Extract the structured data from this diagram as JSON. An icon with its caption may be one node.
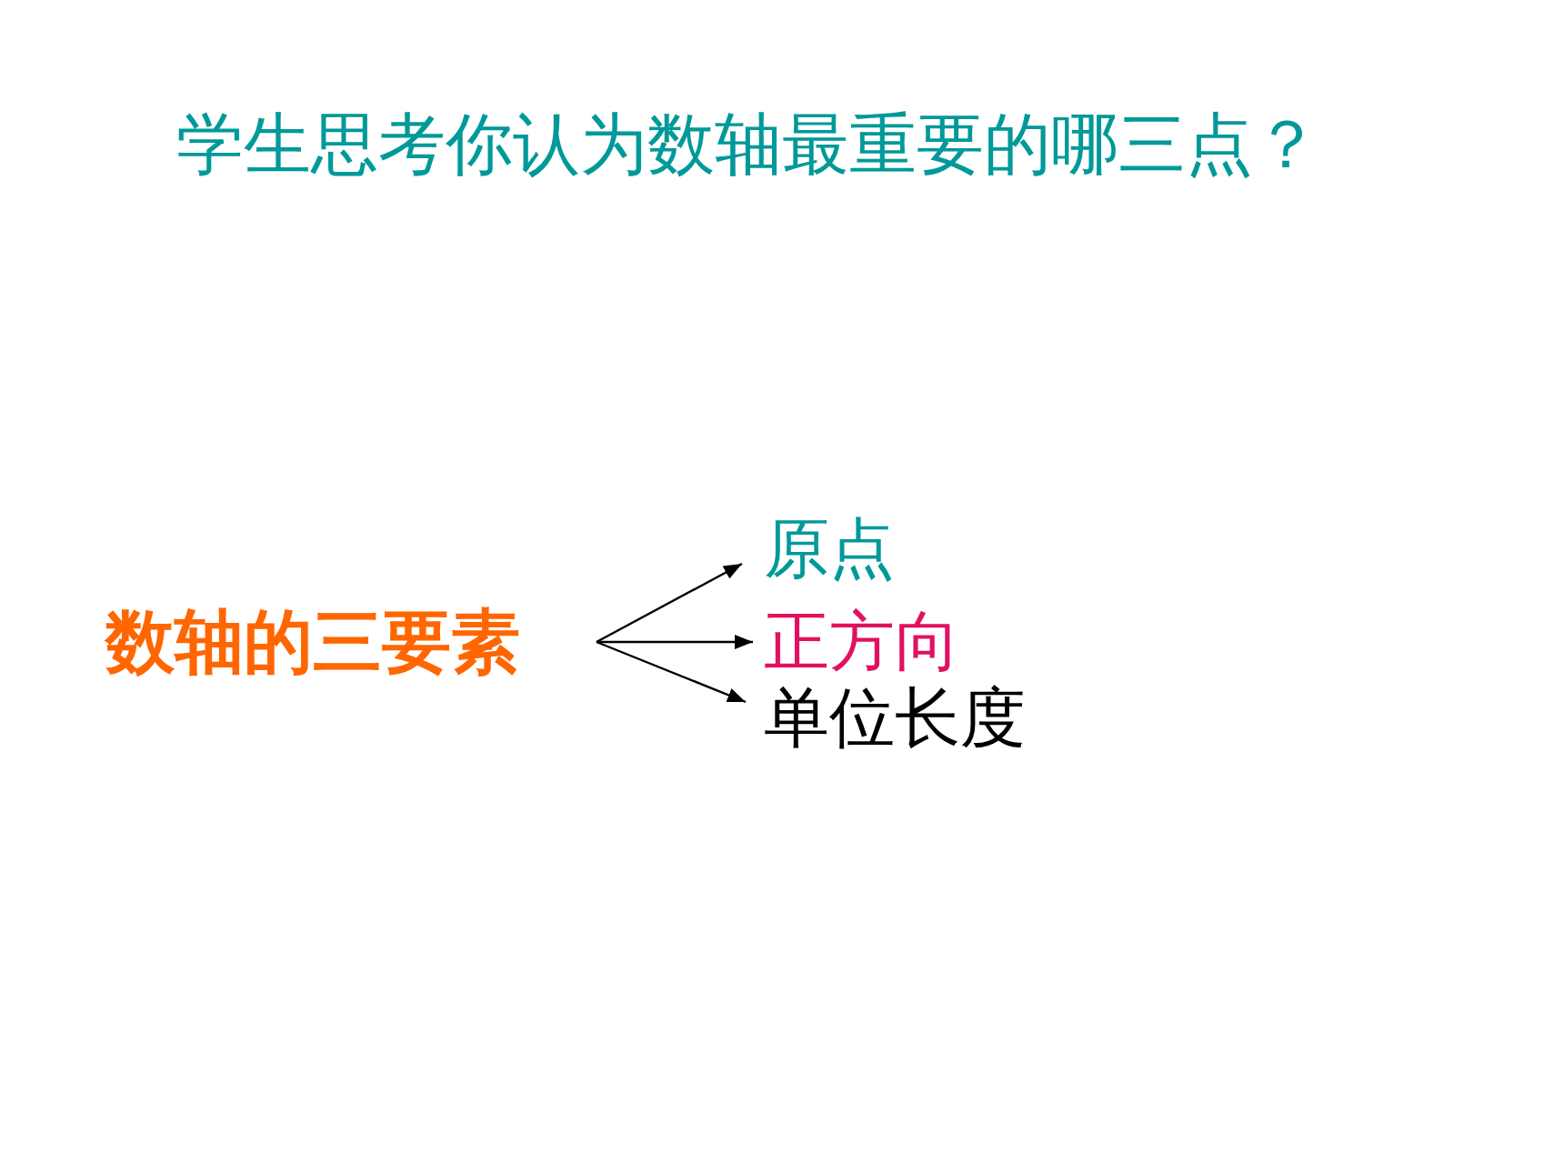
{
  "diagram": {
    "title": "学生思考你认为数轴最重要的哪三点？",
    "nodes": [
      {
        "text": [
          "数轴的三要素"
        ]
      },
      {
        "text": [
          "原点"
        ]
      },
      {
        "text": [
          "正方向"
        ]
      },
      {
        "text": [
          "单位长度"
        ]
      }
    ],
    "edges": [
      {
        "from": 0,
        "to": 1,
        "arrow": "to"
      },
      {
        "from": 0,
        "to": 2,
        "arrow": "to"
      },
      {
        "from": 0,
        "to": 3,
        "arrow": "to"
      }
    ]
  }
}
